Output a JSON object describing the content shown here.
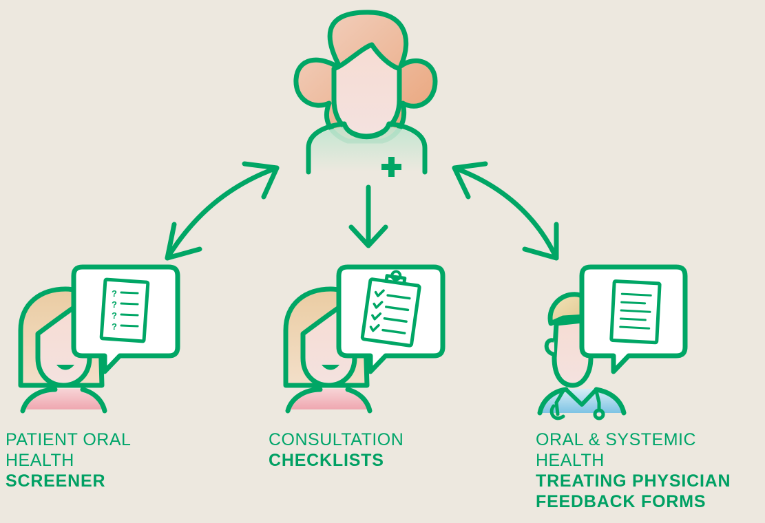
{
  "colors": {
    "background": "#ede8df",
    "accent_green": "#00a665",
    "hair_orange": "#eab08a",
    "skin": "#f2dcd4",
    "pink": "#f1b0b8",
    "blue": "#86c7e6",
    "blonde": "#e9d2a6"
  },
  "icons": {
    "top": "doctor-with-cross-icon",
    "left": "patient-question-form-icon",
    "middle": "patient-clipboard-checklist-icon",
    "right": "physician-document-icon"
  },
  "captions": {
    "screener": {
      "line1": "PATIENT ORAL",
      "line2": "HEALTH",
      "bold": "SCREENER"
    },
    "checklists": {
      "line1": "CONSULTATION",
      "bold": "CHECKLISTS"
    },
    "forms": {
      "line1": "ORAL & SYSTEMIC",
      "line2": "HEALTH",
      "bold1": "TREATING PHYSICIAN",
      "bold2": "FEEDBACK FORMS"
    }
  }
}
